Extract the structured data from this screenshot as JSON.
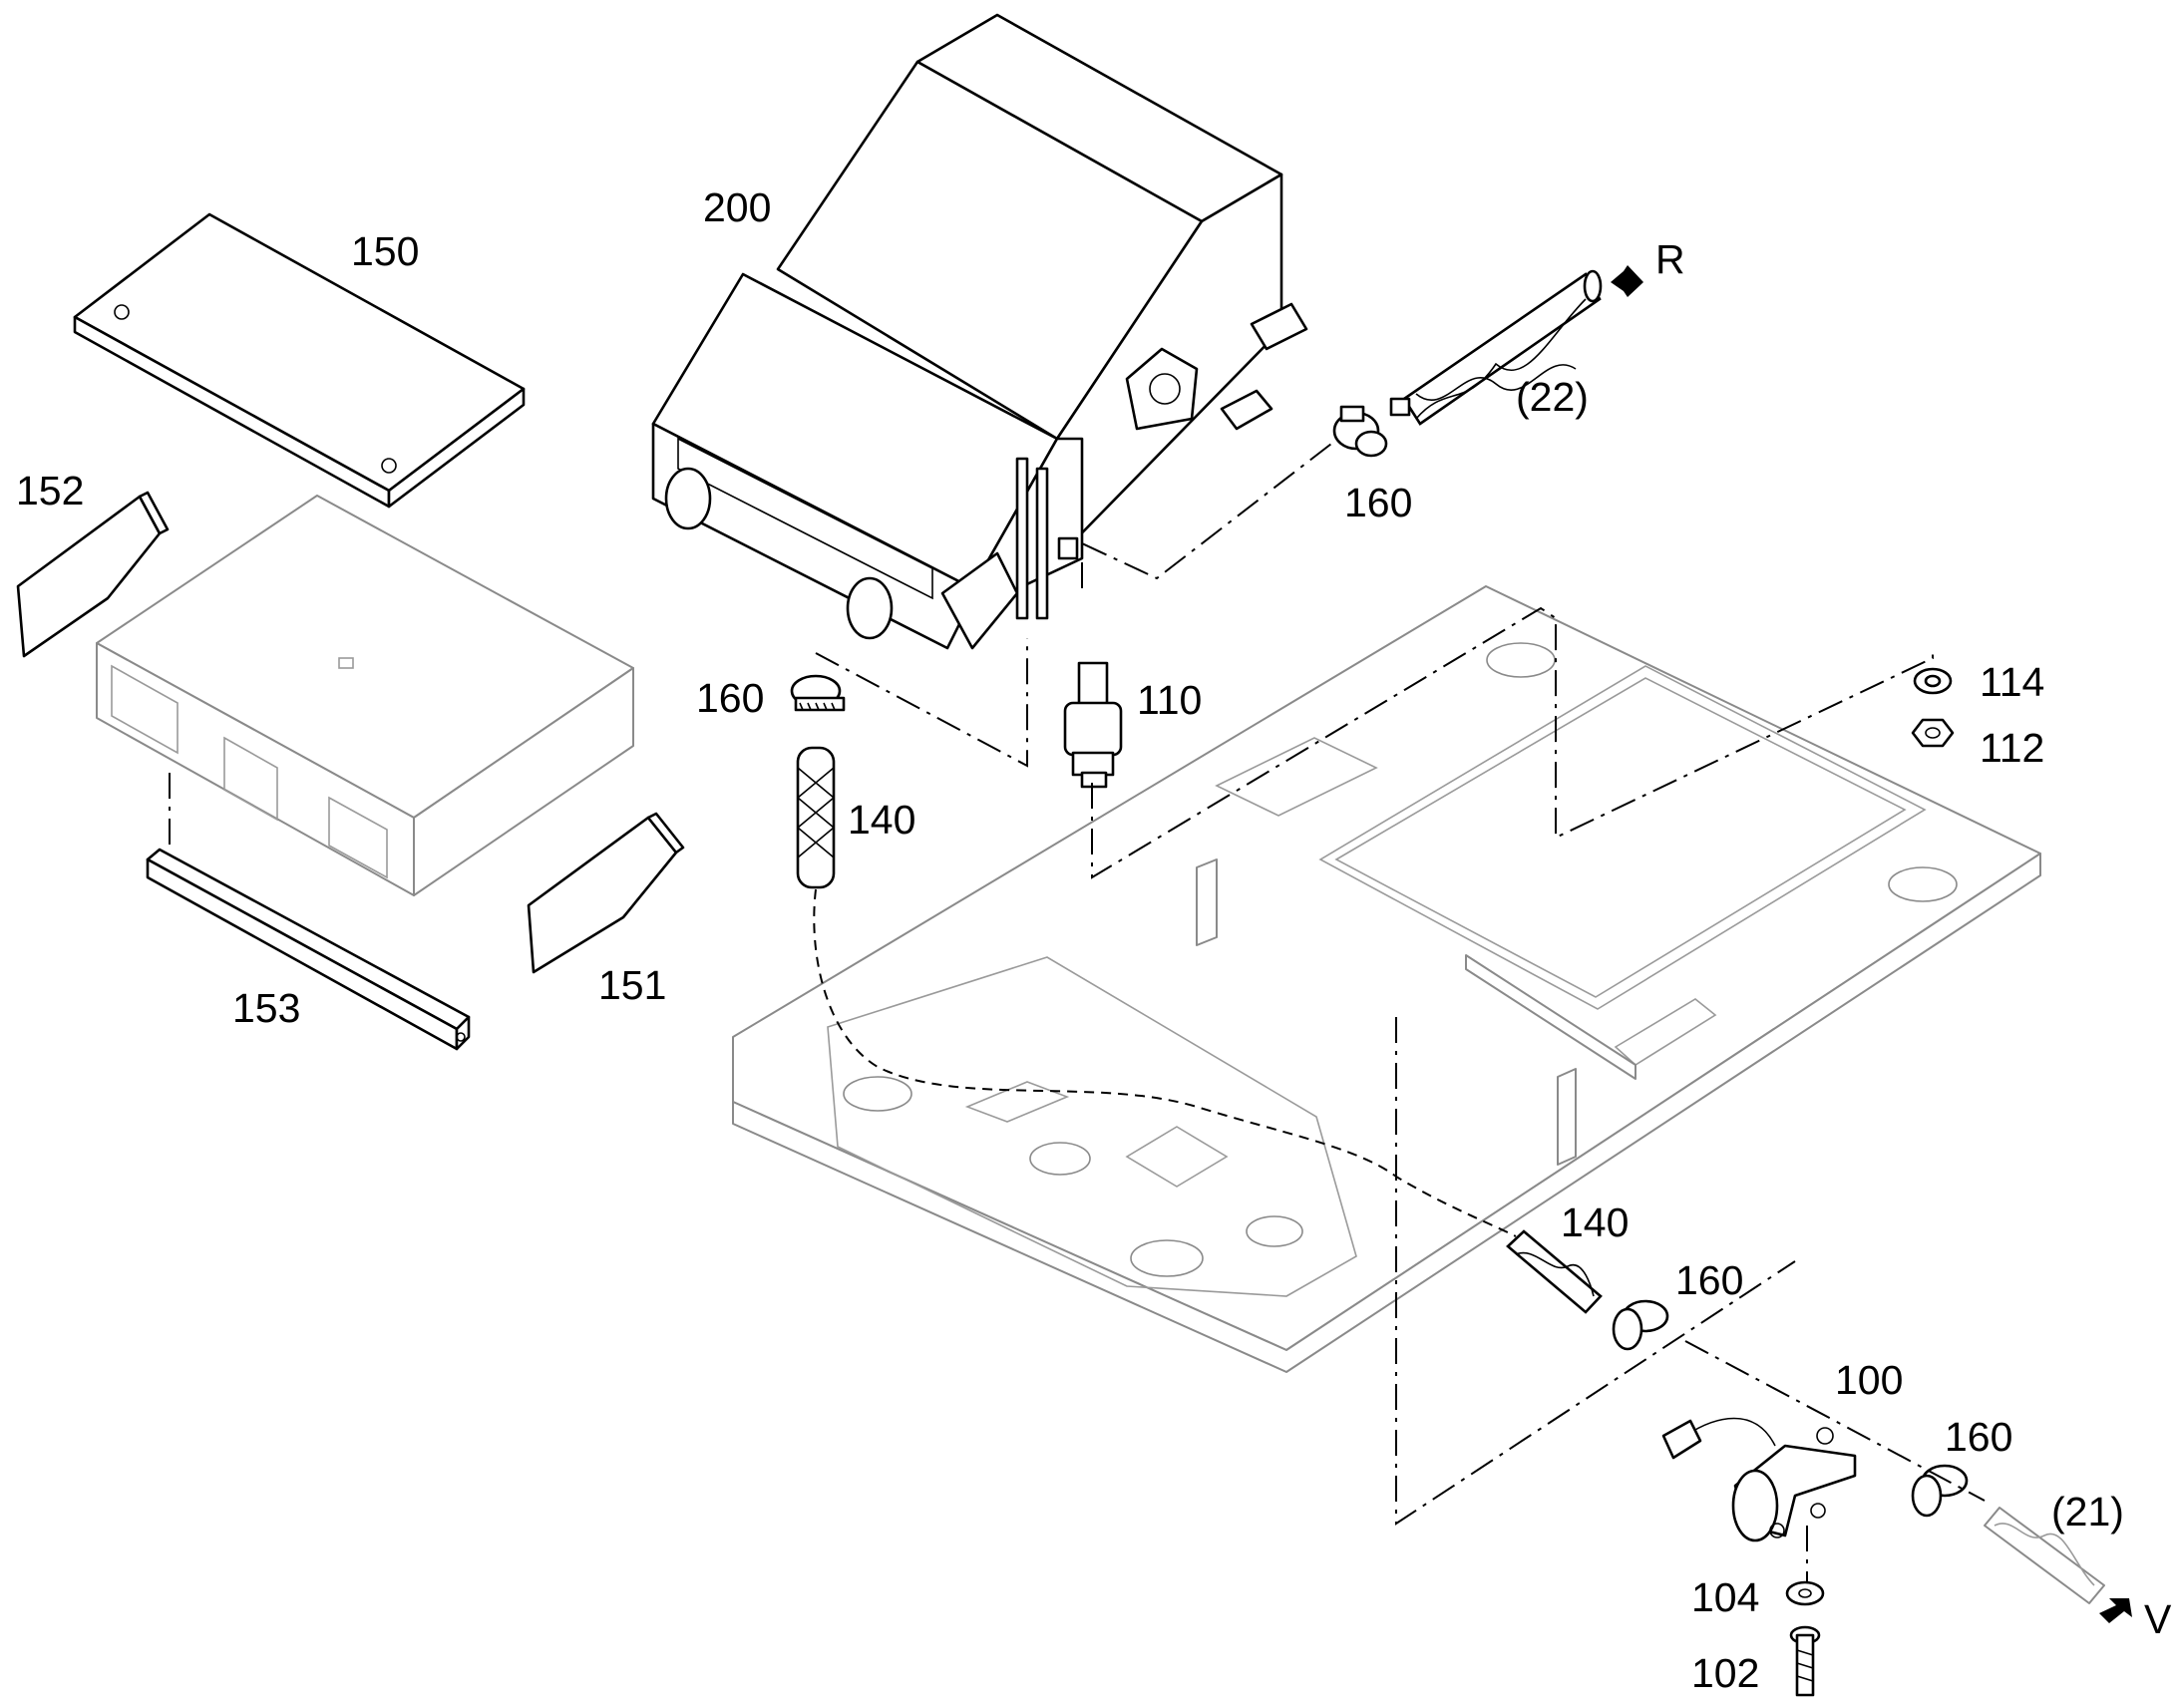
{
  "labels": {
    "l200": "200",
    "l150": "150",
    "l152": "152",
    "l22": "(22)",
    "lR": "R",
    "l160a": "160",
    "l160b": "160",
    "l110": "110",
    "l114": "114",
    "l112": "112",
    "l140a": "140",
    "l153": "153",
    "l151": "151",
    "l140b": "140",
    "l160c": "160",
    "l100": "100",
    "l160d": "160",
    "l21": "(21)",
    "l104": "104",
    "lV": "V",
    "l102": "102"
  }
}
